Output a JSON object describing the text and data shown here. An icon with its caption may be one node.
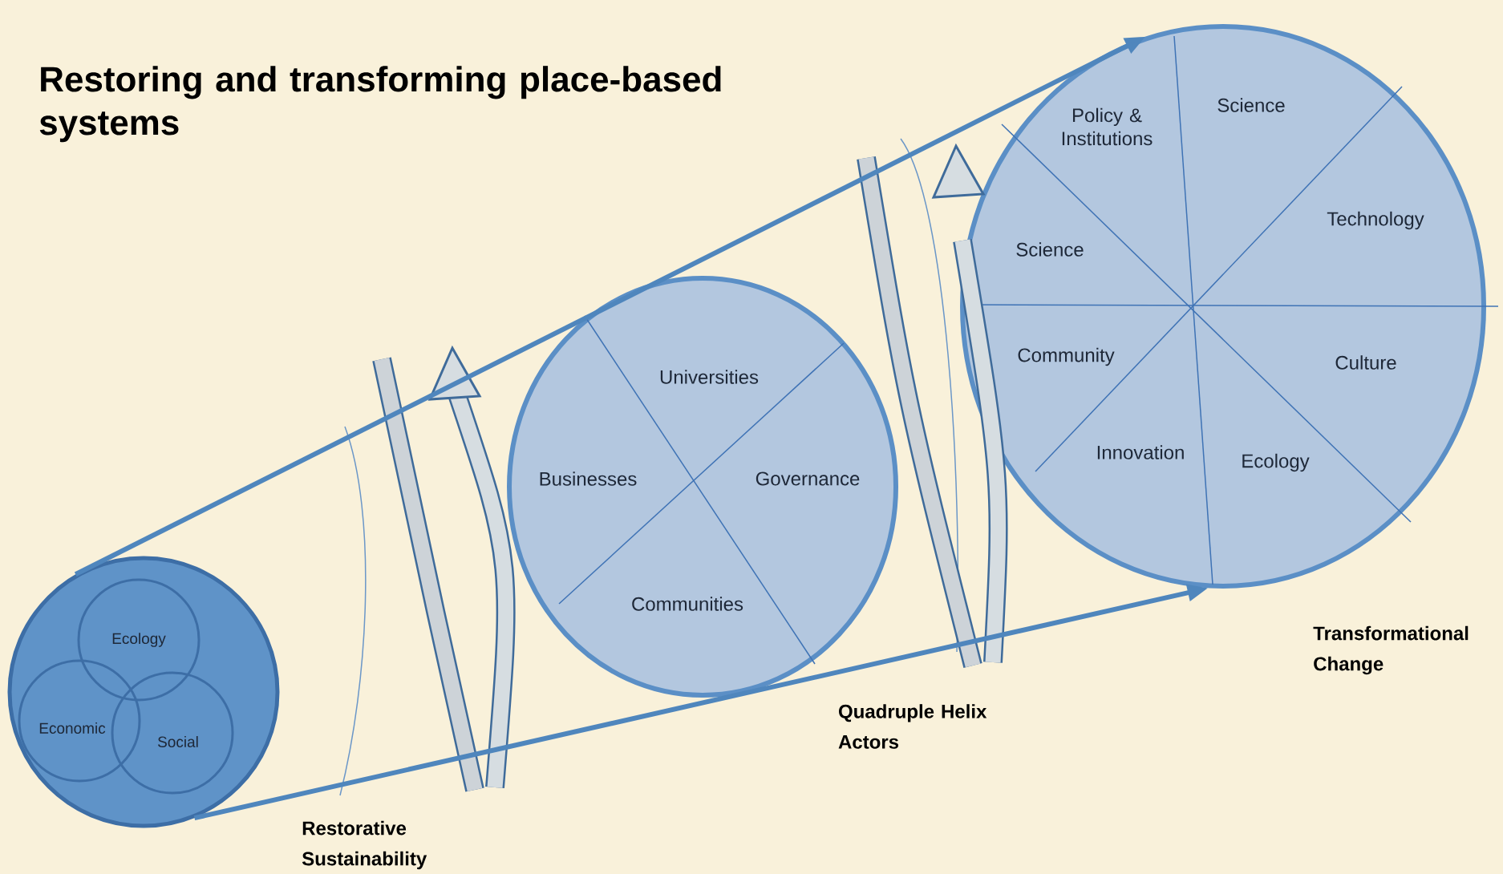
{
  "diagram": {
    "title": "Restoring and transforming place-based systems",
    "nodes": [
      {
        "text": [],
        "shape": "circle"
      },
      {
        "text": [
          "Ecology"
        ],
        "in": 0
      },
      {
        "text": [
          "Economic"
        ],
        "in": 0
      },
      {
        "text": [
          "Social"
        ],
        "in": 0
      },
      {
        "text": [
          "Universities",
          "Businesses",
          "Governance",
          "Communities"
        ],
        "beside": [
          "Quadruple Helix Actors"
        ]
      },
      {
        "text": [
          "Policy & Institutions",
          "Science",
          "Technology",
          "Science",
          "Community",
          "Culture",
          "Innovation",
          "Ecology"
        ],
        "beside": [
          "Transformational Change"
        ]
      }
    ],
    "edges": [
      {
        "from": 0,
        "to": 5,
        "arrow": "to"
      },
      {
        "from": 0,
        "to": 5,
        "arrow": "to"
      }
    ],
    "labels": [
      "Restorative Sustainability"
    ]
  }
}
